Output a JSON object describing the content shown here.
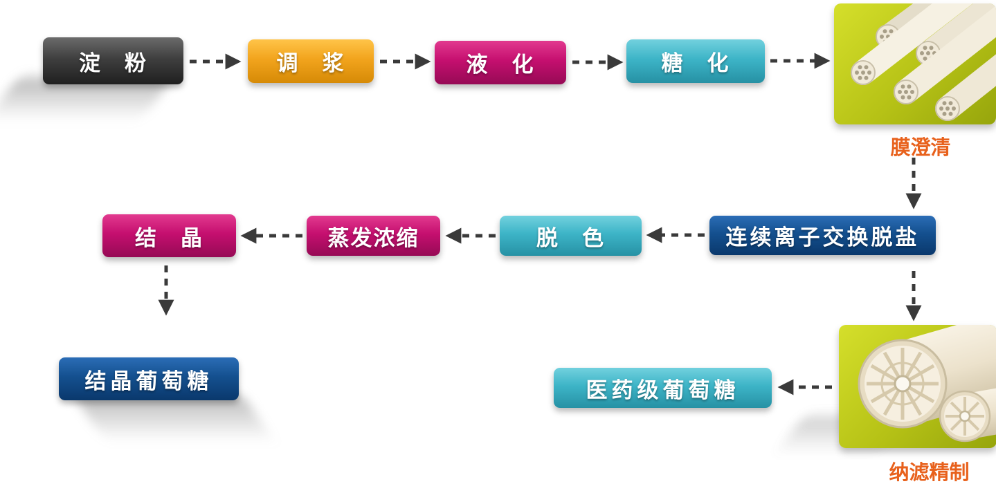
{
  "diagram": {
    "type": "process-flowchart",
    "nodes": {
      "starch": {
        "label": "淀　粉",
        "color": "#3a3a3a"
      },
      "slurry": {
        "label": "调　浆",
        "color": "#f2a41d"
      },
      "liquefaction": {
        "label": "液　化",
        "color": "#c50f6f"
      },
      "saccharification": {
        "label": "糖　化",
        "color": "#3db4c7"
      },
      "ion_exchange": {
        "label": "连续离子交换脱盐",
        "color": "#14508f"
      },
      "decolorization": {
        "label": "脱　色",
        "color": "#3db4c7"
      },
      "evaporation": {
        "label": "蒸发浓缩",
        "color": "#c50f6f"
      },
      "crystallization": {
        "label": "结　晶",
        "color": "#c50f6f"
      },
      "crystalline_glucose": {
        "label": "结晶葡萄糖",
        "color": "#14508f"
      },
      "pharma_glucose": {
        "label": "医药级葡萄糖",
        "color": "#3db4c7"
      }
    },
    "captions": {
      "membrane_clarification": {
        "label": "膜澄清",
        "color": "#e8611c"
      },
      "nanofiltration": {
        "label": "纳滤精制",
        "color": "#e8611c"
      }
    },
    "images": {
      "ceramic_membrane": {
        "name": "ceramic-membrane-tubes-photo",
        "background": "#b6c216"
      },
      "spiral_membrane": {
        "name": "spiral-wound-membrane-photo",
        "background": "#b6c216"
      }
    },
    "arrow_color": "#3a3a3a",
    "background": "#ffffff"
  }
}
